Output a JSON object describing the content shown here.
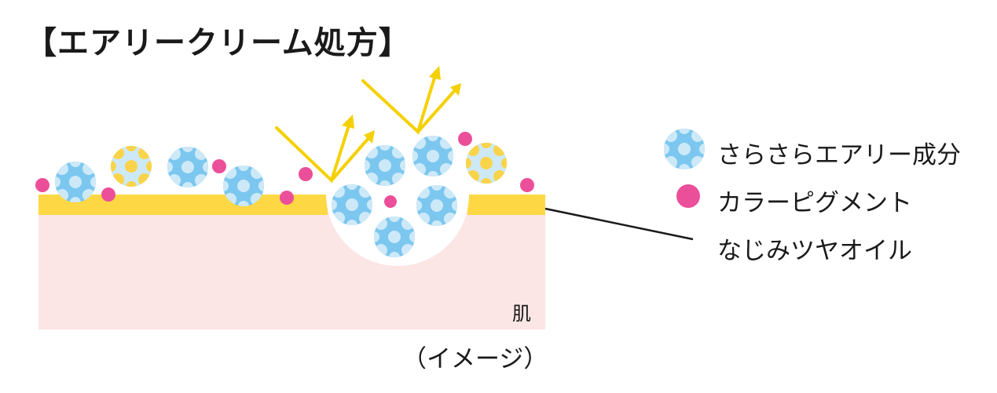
{
  "title": "【エアリークリーム処方】",
  "legend": {
    "airy_label": "さらさらエアリー成分",
    "pigment_label": "カラーピグメント",
    "oil_label": "なじみツヤオイル"
  },
  "skin_label": "肌",
  "caption": "（イメージ）",
  "colors": {
    "oil_layer": "#FDD844",
    "skin": "#FCE5E5",
    "sphere_blue": "#7CC7EF",
    "sphere_dot": "#CDE9F8",
    "sphere_yellow": "#F9D44A",
    "pigment": "#EC4F99",
    "light_ray": "#F5D000"
  },
  "icons": [
    "airy-sphere-icon",
    "pigment-dot-icon",
    "light-ray-arrow-icon"
  ]
}
